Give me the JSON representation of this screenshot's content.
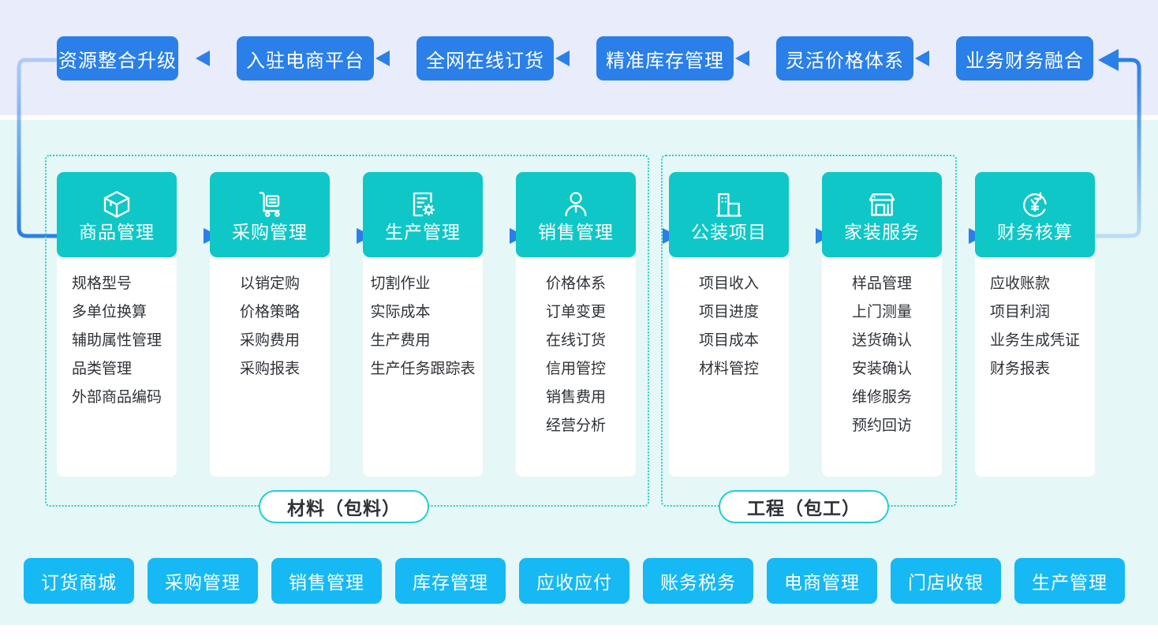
{
  "colors": {
    "top_chip_blue": "#2a7fe8",
    "bottom_chip_cyan": "#16b9f3",
    "card_teal": "#0fc7c7",
    "dotted_teal": "#2bc9c9",
    "band_top_bg": "#e9ecfb",
    "band_mid_bg": "#e5f7f6",
    "text_dark": "#2f3338",
    "arrow_blue": "#2a7fe8"
  },
  "top_flow": {
    "direction": "right-to-left",
    "items": [
      {
        "label": "资源整合升级"
      },
      {
        "label": "入驻电商平台"
      },
      {
        "label": "全网在线订货"
      },
      {
        "label": "精准库存管理"
      },
      {
        "label": "灵活价格体系"
      },
      {
        "label": "业务财务融合"
      }
    ]
  },
  "groups": [
    {
      "id": "material",
      "label": "材料（包料）"
    },
    {
      "id": "engineering",
      "label": "工程（包工）"
    }
  ],
  "columns": [
    {
      "title": "商品管理",
      "icon": "box-3d-icon",
      "group": "material",
      "items": [
        "规格型号",
        "多单位换算",
        "辅助属性管理",
        "品类管理",
        "外部商品编码"
      ]
    },
    {
      "title": "采购管理",
      "icon": "trolley-cart-icon",
      "group": "material",
      "items": [
        "以销定购",
        "价格策略",
        "采购费用",
        "采购报表"
      ]
    },
    {
      "title": "生产管理",
      "icon": "document-gear-icon",
      "group": "material",
      "items": [
        "切割作业",
        "实际成本",
        "生产费用",
        "生产任务跟踪表"
      ]
    },
    {
      "title": "销售管理",
      "icon": "person-icon",
      "group": "material",
      "items": [
        "价格体系",
        "订单变更",
        "在线订货",
        "信用管控",
        "销售费用",
        "经营分析"
      ]
    },
    {
      "title": "公装项目",
      "icon": "building-icon",
      "group": "engineering",
      "items": [
        "项目收入",
        "项目进度",
        "项目成本",
        "材料管控"
      ]
    },
    {
      "title": "家装服务",
      "icon": "storefront-icon",
      "group": "engineering",
      "items": [
        "样品管理",
        "上门测量",
        "送货确认",
        "安装确认",
        "维修服务",
        "预约回访"
      ]
    },
    {
      "title": "财务核算",
      "icon": "yuan-refresh-icon",
      "group": "engineering",
      "items": [
        "应收账款",
        "项目利润",
        "业务生成凭证",
        "财务报表"
      ]
    }
  ],
  "bottom_modules": [
    {
      "label": "订货商城"
    },
    {
      "label": "采购管理"
    },
    {
      "label": "销售管理"
    },
    {
      "label": "库存管理"
    },
    {
      "label": "应收应付"
    },
    {
      "label": "账务税务"
    },
    {
      "label": "电商管理"
    },
    {
      "label": "门店收银"
    },
    {
      "label": "生产管理"
    }
  ]
}
